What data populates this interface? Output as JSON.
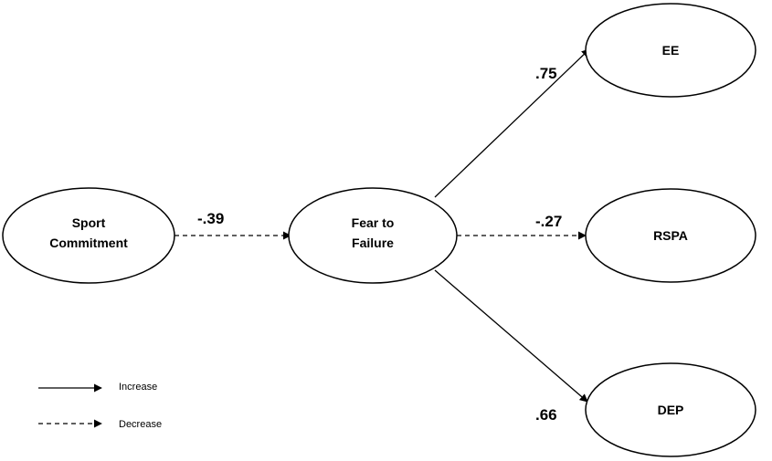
{
  "nodes": {
    "sport_commitment": {
      "line1": "Sport",
      "line2": "Commitment"
    },
    "fear_to_failure": {
      "line1": "Fear to",
      "line2": "Failure"
    },
    "ee": {
      "label": "EE"
    },
    "rspa": {
      "label": "RSPA"
    },
    "dep": {
      "label": "DEP"
    }
  },
  "edges": [
    {
      "from": "sport_commitment",
      "to": "fear_to_failure",
      "coefficient": "-.39",
      "style": "dashed"
    },
    {
      "from": "fear_to_failure",
      "to": "ee",
      "coefficient": ".75",
      "style": "solid"
    },
    {
      "from": "fear_to_failure",
      "to": "rspa",
      "coefficient": "-.27",
      "style": "dashed"
    },
    {
      "from": "fear_to_failure",
      "to": "dep",
      "coefficient": ".66",
      "style": "solid"
    }
  ],
  "legend": {
    "increase": {
      "label": "Increase",
      "style": "solid"
    },
    "decrease": {
      "label": "Decrease",
      "style": "dashed"
    }
  },
  "colors": {
    "stroke": "#000000",
    "background": "#ffffff"
  }
}
